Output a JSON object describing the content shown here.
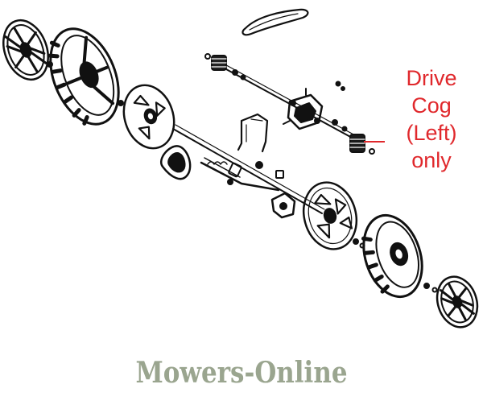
{
  "callout": {
    "line1": "Drive",
    "line2": "Cog",
    "line3": "(Left)",
    "line4": "only",
    "color": "#e0282c"
  },
  "watermark": {
    "text": "Mowers-Online",
    "color": "#9aa58f"
  }
}
